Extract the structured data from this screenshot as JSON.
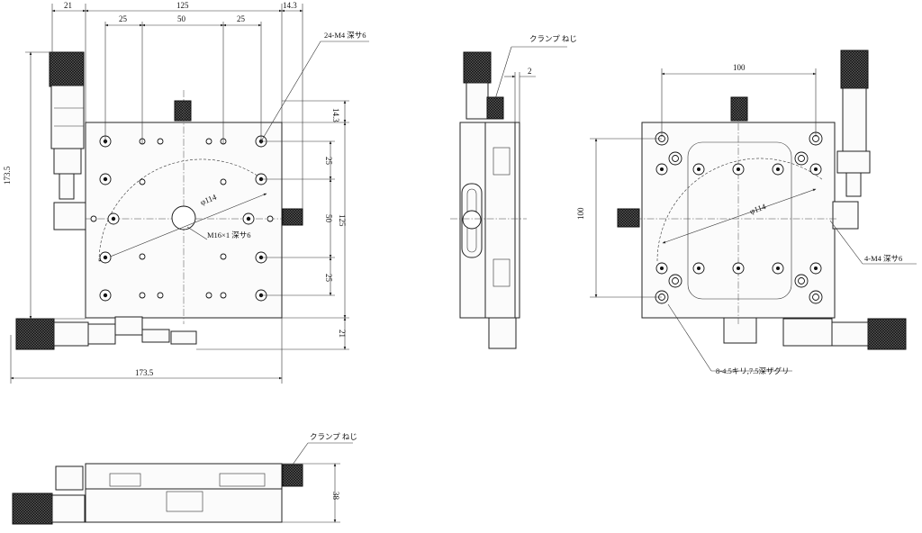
{
  "dimensions": {
    "top_21": "21",
    "top_125": "125",
    "top_25a": "25",
    "top_50": "50",
    "top_25b": "25",
    "top_14_3": "14.3",
    "right_14_3": "14.3",
    "right_25a": "25",
    "right_50": "50",
    "right_125": "125",
    "right_25b": "25",
    "right_21": "21",
    "left_173_5": "173.5",
    "bottom_173_5": "173.5",
    "side_2": "2",
    "bottom_view_38": "38",
    "right_view_100_h": "100",
    "right_view_100_v": "100",
    "phi_left": "φ114",
    "phi_right": "φ114"
  },
  "callouts": {
    "tapped_24": "24-M4 深サ6",
    "center_hole": "M16×1 深サ6",
    "clamp_side": "クランプ ねじ",
    "clamp_bottom": "クランプ ねじ",
    "tapped_4": "4-M4 深サ6",
    "counterbore": "8-4.5キリ,7.5深ザグリ"
  }
}
